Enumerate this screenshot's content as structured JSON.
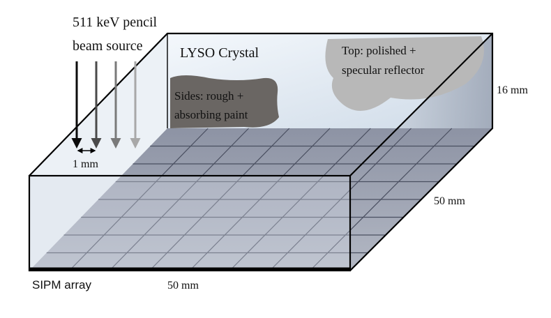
{
  "source": {
    "line1": "511 keV pencil",
    "line2": "beam source",
    "pitch_label": "1 mm"
  },
  "crystal": {
    "name": "LYSO Crystal",
    "top_line1": "Top: polished +",
    "top_line2": "specular reflector",
    "sides_line1": "Sides: rough +",
    "sides_line2": "absorbing paint",
    "height_label": "16 mm",
    "depth_label": "50 mm",
    "width_label": "50 mm"
  },
  "sipm": {
    "label": "SIPM array",
    "grid_divisions": 8
  },
  "colors": {
    "box_edge": "#000000",
    "top_face": "#dfeaf4",
    "grid_face": "#9aa1b2",
    "grid_line": "#4a4f60",
    "top_patch": "#b9b9b9",
    "side_patch": "#6a6663",
    "arrows": [
      "#0b0b0b",
      "#4a4a4a",
      "#7a7a7a",
      "#a8a8a8"
    ]
  }
}
